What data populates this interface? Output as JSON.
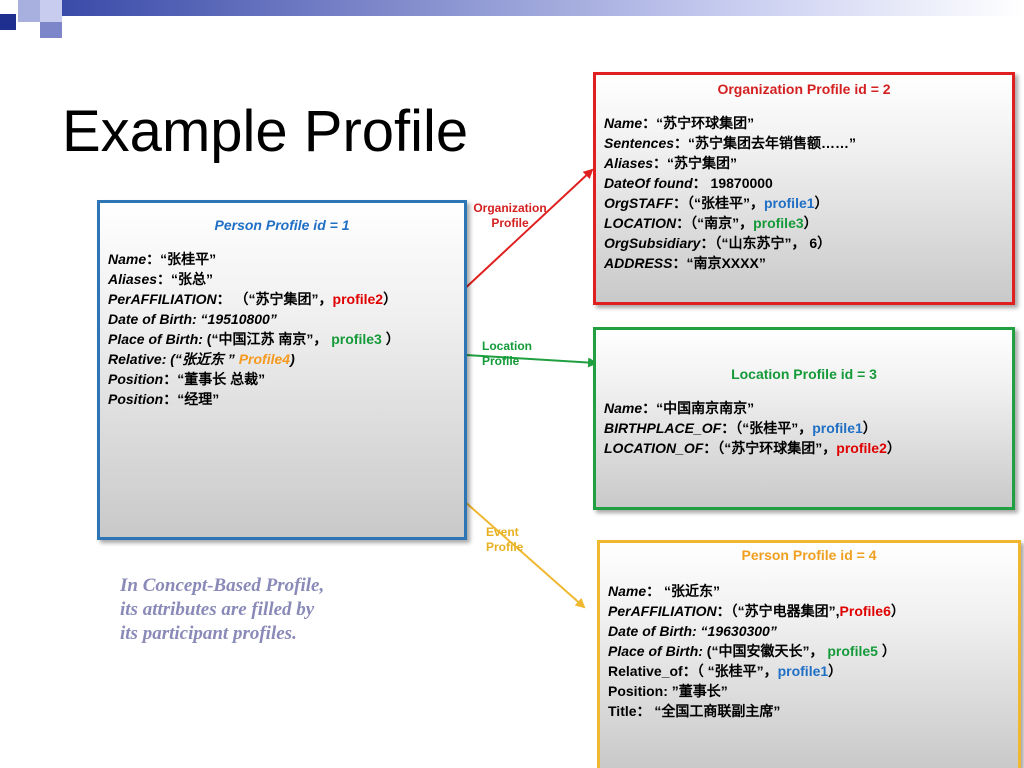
{
  "title": "Example Profile",
  "person1": {
    "header": "Person Profile  id = 1",
    "lines": [
      [
        {
          "t": "Name",
          "i": true
        },
        {
          "t": "：“张桂平”"
        }
      ],
      [
        {
          "t": "Aliases",
          "i": true
        },
        {
          "t": "：“张总”"
        }
      ],
      [
        {
          "t": "PerAFFILIATION",
          "i": true
        },
        {
          "t": "： （“苏宁集团”，"
        },
        {
          "t": "profile2",
          "c": "red"
        },
        {
          "t": "）"
        }
      ],
      [
        {
          "t": "Date of Birth:  “19510800”",
          "i": true
        }
      ],
      [
        {
          "t": "Place of Birth:",
          "i": true
        },
        {
          "t": " (“中国江苏 南京”，  "
        },
        {
          "t": "profile3",
          "c": "green"
        },
        {
          "t": " ）"
        }
      ],
      [
        {
          "t": "Relative: (“张近东 ” ",
          "i": true
        },
        {
          "t": "Profile4",
          "c": "orange",
          "i": true
        },
        {
          "t": ")",
          "i": true
        }
      ],
      [
        {
          "t": "Position",
          "i": true
        },
        {
          "t": "：“董事长 总裁”"
        }
      ],
      [
        {
          "t": "Position",
          "i": true
        },
        {
          "t": "：“经理”"
        }
      ]
    ]
  },
  "org2": {
    "header": "Organization Profile  id = 2",
    "lines": [
      [
        {
          "t": "Name",
          "i": true
        },
        {
          "t": "：“苏宁环球集团”"
        }
      ],
      [
        {
          "t": "Sentences",
          "i": true
        },
        {
          "t": "：“苏宁集团去年销售额……”"
        }
      ],
      [
        {
          "t": "Aliases",
          "i": true
        },
        {
          "t": "：“苏宁集团”"
        }
      ],
      [
        {
          "t": "DateOf found",
          "i": true
        },
        {
          "t": "：  19870000"
        }
      ],
      [
        {
          "t": "OrgSTAFF",
          "i": true
        },
        {
          "t": "：（“张桂平”，"
        },
        {
          "t": "profile1",
          "c": "blue"
        },
        {
          "t": "）"
        }
      ],
      [
        {
          "t": "LOCATION",
          "i": true
        },
        {
          "t": "：（“南京”，"
        },
        {
          "t": "profile3",
          "c": "green"
        },
        {
          "t": "）"
        }
      ],
      [
        {
          "t": "OrgSubsidiary",
          "i": true
        },
        {
          "t": "：（“山东苏宁”，  6）"
        }
      ],
      [
        {
          "t": "ADDRESS",
          "i": true
        },
        {
          "t": "：“南京XXXX”"
        }
      ]
    ]
  },
  "loc3": {
    "header": "Location Profile  id = 3",
    "lines": [
      [
        {
          "t": "Name",
          "i": true
        },
        {
          "t": "：“中国南京南京”"
        }
      ],
      [
        {
          "t": "BIRTHPLACE_OF",
          "i": true
        },
        {
          "t": "：（“张桂平”，"
        },
        {
          "t": "profile1",
          "c": "blue"
        },
        {
          "t": "）"
        }
      ],
      [
        {
          "t": "LOCATION_OF",
          "i": true
        },
        {
          "t": "：（“苏宁环球集团”，"
        },
        {
          "t": "profile2",
          "c": "red"
        },
        {
          "t": "）"
        }
      ]
    ]
  },
  "person4": {
    "header": "Person Profile  id = 4",
    "lines": [
      [
        {
          "t": "Name",
          "i": true
        },
        {
          "t": "：   “张近东”"
        }
      ],
      [
        {
          "t": "PerAFFILIATION",
          "i": true
        },
        {
          "t": "：（“苏宁电器集团”,"
        },
        {
          "t": "Profile6",
          "c": "red"
        },
        {
          "t": "）"
        }
      ],
      [
        {
          "t": "Date of Birth:  “19630300”",
          "i": true
        }
      ],
      [
        {
          "t": "Place of Birth:",
          "i": true
        },
        {
          "t": " (“中国安徽天长”，   "
        },
        {
          "t": "profile5",
          "c": "green"
        },
        {
          "t": " ）"
        }
      ],
      [
        {
          "t": "Relative_of：（ “张桂平”，"
        },
        {
          "t": "profile1",
          "c": "blue"
        },
        {
          "t": "）"
        }
      ],
      [
        {
          "t": "Position: ”董事长”"
        }
      ],
      [
        {
          "t": "Title：  “全国工商联副主席”"
        }
      ]
    ]
  },
  "edge_labels": {
    "organization": [
      "Organization",
      "Profile"
    ],
    "location": [
      "Location",
      "Profile"
    ],
    "event": [
      "Event",
      "Profile"
    ]
  },
  "note": "In Concept-Based Profile, its attributes are filled by its participant profiles.",
  "colors": {
    "person_border": "#2e75b6",
    "person_header": "#1f6fc5",
    "org_border": "#e02020",
    "org_header": "#d42020",
    "loc_border": "#20a040",
    "loc_header": "#159a3a",
    "event_border": "#f0b830",
    "event_header": "#f0a020",
    "note": "#8a8ab8"
  }
}
